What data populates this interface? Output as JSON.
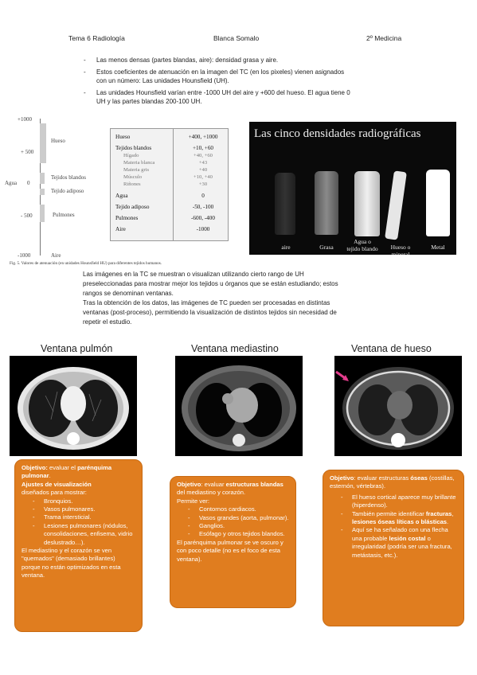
{
  "header": {
    "left": "Tema 6 Radiología",
    "center": "Blanca Somalo",
    "right": "2º Medicina"
  },
  "bullets": [
    "Las menos densas (partes blandas, aire): densidad grasa y aire.",
    "Estos coeficientes de atenuación en la imagen del TC (en los pixeles) vienen asignados",
    "con un número: Las unidades Hounsfield (UH).",
    "Las unidades Hounsfield varían entre -1000 UH del aire y +600 del hueso. El agua tiene 0",
    "UH y las partes blandas 200-100 UH."
  ],
  "scale": {
    "ticks": [
      "+1000",
      "+ 500",
      "0",
      "- 500",
      "-1000"
    ],
    "agua_label": "Agua",
    "tissues": [
      "Hueso",
      "Tejidos blandos",
      "Tejido adiposo",
      "Pulmones",
      "Aire"
    ],
    "caption": "Fig. 5.  Valores de atenuación (en unidades Hounsfield HU) para diferentes tejidos humanos."
  },
  "table": [
    {
      "name": "Hueso",
      "value": "+400, +1000",
      "sub": false
    },
    {
      "name": "Tejidos blandos",
      "value": "+10, +60",
      "sub": false
    },
    {
      "name": "Hígado",
      "value": "+40, +60",
      "sub": true
    },
    {
      "name": "Materia blanca",
      "value": "+43",
      "sub": true
    },
    {
      "name": "Materia gris",
      "value": "+40",
      "sub": true
    },
    {
      "name": "Músculo",
      "value": "+10, +40",
      "sub": true
    },
    {
      "name": "Riñones",
      "value": "+30",
      "sub": true
    },
    {
      "name": "Agua",
      "value": "0",
      "sub": false
    },
    {
      "name": "Tejido adiposo",
      "value": "-50, -100",
      "sub": false
    },
    {
      "name": "Pulmones",
      "value": "-600, -400",
      "sub": false
    },
    {
      "name": "Aire",
      "value": "-1000",
      "sub": false
    }
  ],
  "photo": {
    "title": "Las cinco densidades radiográficas",
    "labels": [
      "aire",
      "Grasa",
      "Agua o tejido blando",
      "Hueso o mineral",
      "Metal"
    ]
  },
  "paragraph": [
    "Las imágenes en la TC se muestran o visualizan utilizando cierto rango de UH",
    "preseleccionadas para mostrar mejor los tejidos u órganos que se están estudiando; estos",
    "rangos se denominan ventanas.",
    "Tras la obtención de los datos, las imágenes de TC pueden ser procesadas en distintas",
    "ventanas (post-proceso), permitiendo la visualización de distintos tejidos sin necesidad de",
    "repetir el estudio."
  ],
  "windows": [
    "Ventana pulmón",
    "Ventana mediastino",
    "Ventana de hueso"
  ],
  "box1": {
    "objetivo_label": "Objetivo:",
    "objetivo_text": " evaluar el ",
    "objetivo_bold": "parénquima pulmonar",
    "ajustes_label": "Ajustes de visualización",
    "ajustes_text": "diseñados para mostrar:",
    "items": [
      "Bronquios.",
      "Vasos pulmonares.",
      "Trama intersticial.",
      "Lesiones pulmonares (nódulos, consolidaciones, enfisema, vidrio deslustrado…)."
    ],
    "note": "El mediastino y el corazón se ven \"quemados\" (demasiado brillantes) porque no están optimizados en esta ventana."
  },
  "box2": {
    "objetivo_label": "Objetivo",
    "objetivo_text": ": evaluar ",
    "objetivo_bold": "estructuras blandas",
    "objetivo_rest": " del mediastino y corazón.",
    "permite": "Permite ver:",
    "items": [
      "Contornos cardiacos.",
      "Vasos grandes (aorta, pulmonar).",
      "Ganglios.",
      "Esófago y otros tejidos blandos."
    ],
    "note": "El parénquima pulmonar se ve oscuro y con poco detalle (no es el foco de esta ventana)."
  },
  "box3": {
    "objetivo_label": "Objetivo",
    "objetivo_text": ": evaluar estructuras ",
    "objetivo_bold": "óseas",
    "objetivo_rest": " (costillas, esternón, vértebras).",
    "item1": "El hueso cortical aparece muy brillante (hiperdenso).",
    "item2_pre": "También permite identificar ",
    "item2_b1": "fracturas",
    "item2_mid": ", ",
    "item2_b2": "lesiones óseas líticas o blásticas",
    "item2_post": ".",
    "item3_pre": "Aquí se ha señalado con una flecha una probable ",
    "item3_b": "lesión costal",
    "item3_post": " o irregularidad (podría ser una fractura, metástasis, etc.)."
  }
}
